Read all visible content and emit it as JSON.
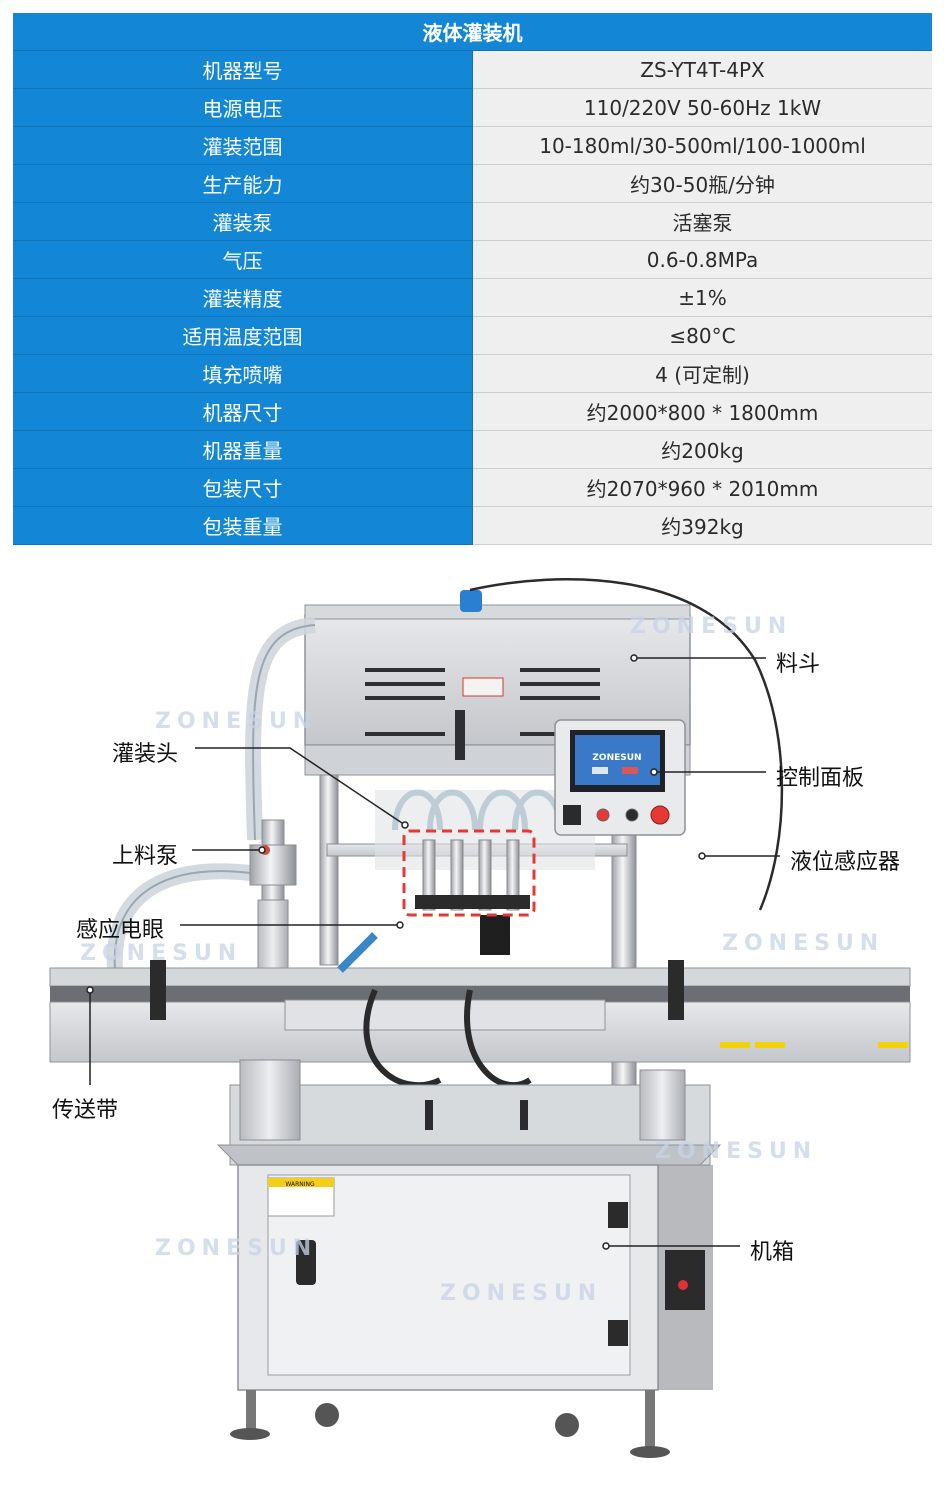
{
  "spec_table": {
    "title": "液体灌装机",
    "rows": [
      {
        "label": "机器型号",
        "value": "ZS-YT4T-4PX"
      },
      {
        "label": "电源电压",
        "value": "110/220V  50-60Hz 1kW"
      },
      {
        "label": "灌装范围",
        "value": "10-180ml/30-500ml/100-1000ml"
      },
      {
        "label": "生产能力",
        "value": "约30-50瓶/分钟"
      },
      {
        "label": "灌装泵",
        "value": "活塞泵"
      },
      {
        "label": "气压",
        "value": "0.6-0.8MPa"
      },
      {
        "label": "灌装精度",
        "value": "±1%"
      },
      {
        "label": "适用温度范围",
        "value": "≤80°C"
      },
      {
        "label": "填充喷嘴",
        "value": "4 (可定制)"
      },
      {
        "label": "机器尺寸",
        "value": "约2000*800 * 1800mm"
      },
      {
        "label": "机器重量",
        "value": "约200kg"
      },
      {
        "label": "包装尺寸",
        "value": "约2070*960 * 2010mm"
      },
      {
        "label": "包装重量",
        "value": "约392kg"
      }
    ]
  },
  "callouts": {
    "hopper": "料斗",
    "filling_head": "灌装头",
    "control_panel": "控制面板",
    "feed_pump": "上料泵",
    "level_sensor": "液位感应器",
    "photo_sensor": "感应电眼",
    "conveyor": "传送带",
    "cabinet": "机箱"
  },
  "watermark": "ZONESUN",
  "screen_brand": "ZONESUN",
  "warning_label": "WARNING",
  "colors": {
    "header_blue": "#1387d6",
    "value_bg": "#efefef",
    "highlight_red": "#e53935"
  }
}
